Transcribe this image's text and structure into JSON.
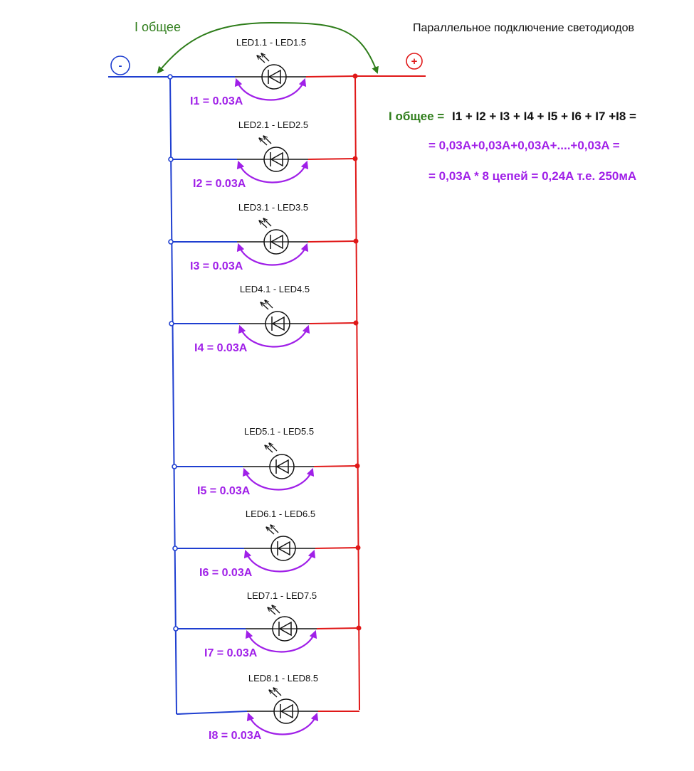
{
  "title": "Параллельное подключение светодиодов",
  "colors": {
    "negative": "#1f3fd0",
    "positive": "#e01818",
    "current": "#a020e8",
    "total_current": "#2e7d1a",
    "led": "#111111",
    "formula_main": "#111111"
  },
  "terminals": {
    "negative": {
      "symbol": "-",
      "label": "negative-terminal"
    },
    "positive": {
      "symbol": "+",
      "label": "positive-terminal"
    }
  },
  "total_current_label": "I общее",
  "branches": [
    {
      "led_label": "LED1.1 - LED1.5",
      "current_label": "I1 = 0.03A"
    },
    {
      "led_label": "LED2.1 - LED2.5",
      "current_label": "I2 = 0.03A"
    },
    {
      "led_label": "LED3.1 - LED3.5",
      "current_label": "I3 = 0.03A"
    },
    {
      "led_label": "LED4.1 - LED4.5",
      "current_label": "I4 = 0.03A"
    },
    {
      "led_label": "LED5.1 - LED5.5",
      "current_label": "I5 = 0.03A"
    },
    {
      "led_label": "LED6.1 - LED6.5",
      "current_label": "I6 = 0.03A"
    },
    {
      "led_label": "LED7.1 - LED7.5",
      "current_label": "I7 = 0.03A"
    },
    {
      "led_label": "LED8.1 - LED8.5",
      "current_label": "I8 = 0.03A"
    }
  ],
  "formula": {
    "line1_prefix": "I общее =",
    "line1_rest": "I1 + I2 + I3 + I4 + I5 + I6 + I7 +I8 =",
    "line2": "= 0,03A+0,03A+0,03A+....+0,03A =",
    "line3": "= 0,03A * 8 цепей = 0,24A т.е. 250мА"
  }
}
